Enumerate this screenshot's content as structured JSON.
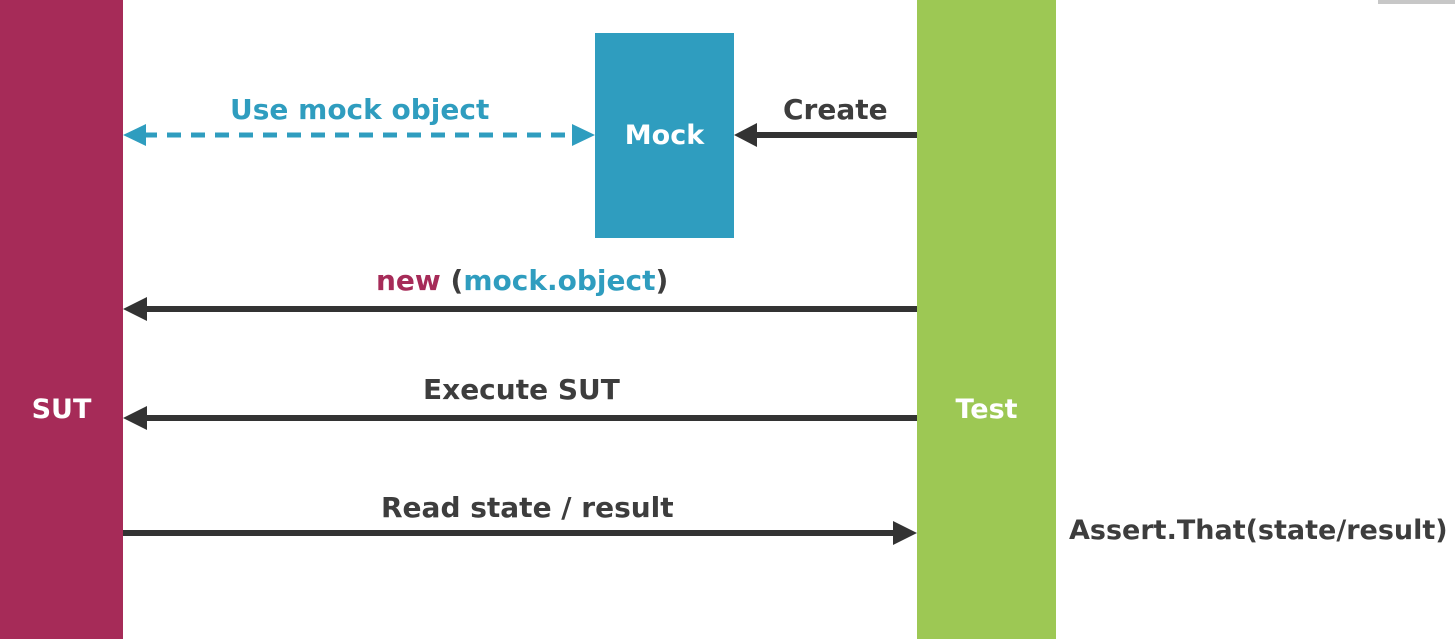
{
  "sut": {
    "label": "SUT"
  },
  "test": {
    "label": "Test"
  },
  "mock": {
    "label": "Mock"
  },
  "messages": {
    "use_mock": "Use mock object",
    "create": "Create",
    "new_keyword": "new",
    "new_open_paren": "(",
    "new_arg": "mock.object",
    "new_close_paren": ")",
    "execute": "Execute SUT",
    "read_state": "Read state / result",
    "assert": "Assert.That(state/result)"
  },
  "colors": {
    "sut": "#a62b58",
    "test": "#9dc854",
    "mock": "#2f9dbf",
    "arrow": "#333333",
    "label_text": "#3d3d3d"
  }
}
